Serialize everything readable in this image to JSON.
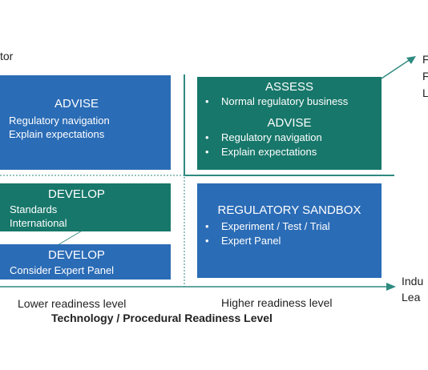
{
  "corner_top_left": "tor",
  "right_top_labels": [
    "F",
    "F",
    "L"
  ],
  "right_bottom_labels": [
    "Indu",
    "Lea"
  ],
  "quadrants": {
    "top_left": {
      "title": "ADVISE",
      "lines": [
        "Regulatory navigation",
        "Explain expectations"
      ]
    },
    "top_right": {
      "title_assess": "ASSESS",
      "assess_items": [
        "Normal regulatory business"
      ],
      "title_advise": "ADVISE",
      "advise_items": [
        "Regulatory navigation",
        "Explain expectations"
      ]
    },
    "mid_left": {
      "title": "DEVELOP",
      "lines": [
        "Standards",
        "International"
      ]
    },
    "bottom_left": {
      "title": "DEVELOP",
      "lines": [
        "Consider Expert Panel"
      ]
    },
    "bottom_right": {
      "title": "REGULATORY SANDBOX",
      "items": [
        "Experiment / Test / Trial",
        "Expert Panel"
      ]
    }
  },
  "axis": {
    "lower": "Lower readiness level",
    "higher": "Higher readiness level",
    "title": "Technology / Procedural Readiness Level"
  },
  "colors": {
    "blue": "#2b6cb6",
    "green": "#17776a",
    "axis_line": "#2f8a80"
  }
}
